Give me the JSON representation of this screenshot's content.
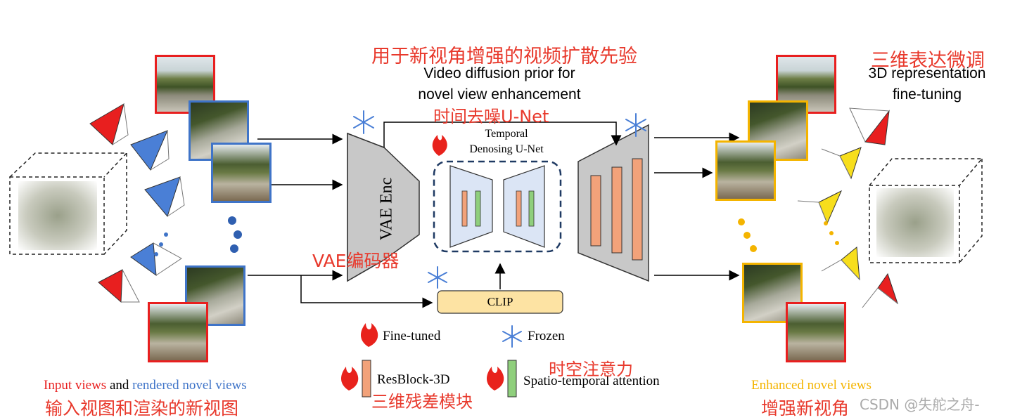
{
  "title_cn": "用于新视角增强的视频扩散先验",
  "title_en_line1": "Video diffusion prior for",
  "title_en_line2": "novel view enhancement",
  "unet_cn": "时间去噪U-Net",
  "unet_label_line1": "Temporal",
  "unet_label_line2": "Denosing U-Net",
  "vae_enc": "VAE Enc",
  "vae_cn": "VAE编码器",
  "clip": "CLIP",
  "finetune_cn": "三维表达微调",
  "finetune_en_line1": "3D representation",
  "finetune_en_line2": "fine-tuning",
  "legend": {
    "fine_tuned": "Fine-tuned",
    "frozen": "Frozen",
    "resblock": "ResBlock-3D",
    "resblock_cn": "三维残差模块",
    "attention": "Spatio-temporal attention",
    "attention_cn": "时空注意力"
  },
  "bottom_left": {
    "part1": "Input views",
    "part2": " and ",
    "part3": "rendered novel views",
    "cn": "输入视图和渲染的新视图"
  },
  "bottom_right": {
    "en": "Enhanced novel views",
    "cn": "增强新视角"
  },
  "watermark": "CSDN @失舵之舟-",
  "colors": {
    "red": "#e81f1f",
    "blue": "#3f74c8",
    "yellow": "#f4b400",
    "cn_text": "#e8392c",
    "encoder_gray": "#c8c8c8",
    "resblock": "#f2a27a",
    "attention": "#8fcf7c",
    "clip_fill": "#fde3a3",
    "unet_fill": "#dbe5f5"
  }
}
